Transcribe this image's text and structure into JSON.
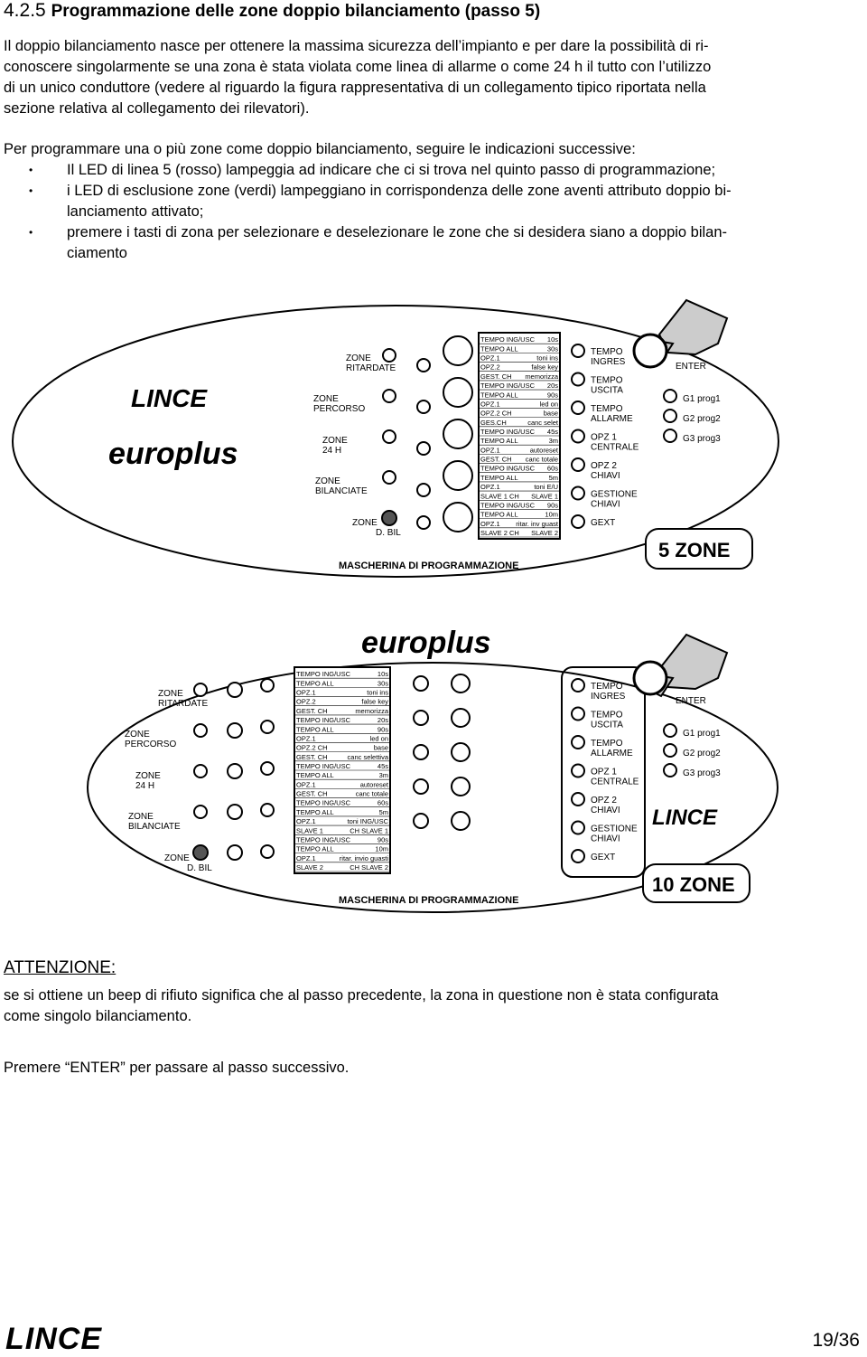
{
  "heading": {
    "number": "4.2.5",
    "title": "Programmazione delle zone doppio bilanciamento (passo 5)"
  },
  "intro_lines": [
    "Il doppio bilanciamento nasce per ottenere la massima sicurezza dell’impianto e per dare la possibilità di ri-",
    "conoscere singolarmente se una zona è stata violata come linea di allarme o come 24 h il tutto con l’utilizzo",
    "di un unico conduttore (vedere al riguardo la figura rappresentativa di un collegamento tipico riportata nella",
    "sezione relativa al collegamento dei rilevatori)."
  ],
  "instructions_intro": "Per programmare una o più zone come doppio bilanciamento, seguire le indicazioni successive:",
  "bullets": [
    [
      "Il LED di linea 5 (rosso) lampeggia ad indicare che ci si trova nel quinto passo di programmazione;"
    ],
    [
      "i LED di esclusione zone (verdi) lampeggiano in corrispondenza delle zone aventi attributo doppio bi-",
      "lanciamento attivato;"
    ],
    [
      "premere i tasti di zona per selezionare e deselezionare le zone che si desidera siano a doppio bilan-",
      "ciamento"
    ]
  ],
  "panel_common": {
    "zone_labels": [
      [
        "ZONE",
        "RITARDATE"
      ],
      [
        "ZONE",
        "PERCORSO"
      ],
      [
        "ZONE",
        "24 H"
      ],
      [
        "ZONE",
        "BILANCIATE"
      ],
      [
        "ZONE",
        "D. BIL"
      ]
    ],
    "right_labels": [
      [
        "TEMPO",
        "INGRES"
      ],
      [
        "TEMPO",
        "USCITA"
      ],
      [
        "TEMPO",
        "ALLARME"
      ],
      [
        "OPZ 1",
        "CENTRALE"
      ],
      [
        "OPZ 2",
        "CHIAVI"
      ],
      [
        "GESTIONE",
        "CHIAVI"
      ],
      [
        "GEXT",
        ""
      ]
    ],
    "enter": "ENTER",
    "prog": [
      "G1 prog1",
      "G2 prog2",
      "G3 prog3"
    ],
    "caption": "MASCHERINA DI PROGRAMMAZIONE",
    "brand": "LINCE",
    "product": "europlus"
  },
  "panel1": {
    "badge": "5 ZONE",
    "table": [
      [
        "TEMPO ING/USC",
        "10s"
      ],
      [
        "TEMPO ALL",
        "30s"
      ],
      [
        "OPZ.1",
        "toni ins"
      ],
      [
        "OPZ.2",
        "false key"
      ],
      [
        "GEST. CH",
        "memorizza"
      ],
      [
        "TEMPO ING/USC",
        "20s"
      ],
      [
        "TEMPO ALL",
        "90s"
      ],
      [
        "OPZ.1",
        "led on"
      ],
      [
        "OPZ.2 CH",
        "base"
      ],
      [
        "GES.CH",
        "canc selet"
      ],
      [
        "TEMPO ING/USC",
        "45s"
      ],
      [
        "TEMPO ALL",
        "3m"
      ],
      [
        "OPZ.1",
        "autoreset"
      ],
      [
        "GEST. CH",
        "canc totale"
      ],
      [
        "TEMPO ING/USC",
        "60s"
      ],
      [
        "TEMPO ALL",
        "5m"
      ],
      [
        "OPZ.1",
        "toni E/U"
      ],
      [
        "SLAVE 1 CH",
        "SLAVE 1"
      ],
      [
        "TEMPO ING/USC",
        "90s"
      ],
      [
        "TEMPO ALL",
        "10m"
      ],
      [
        "OPZ.1",
        "ritar. inv guast"
      ],
      [
        "SLAVE 2 CH",
        "SLAVE 2"
      ]
    ]
  },
  "panel2": {
    "badge": "10 ZONE",
    "table": [
      [
        "TEMPO ING/USC",
        "10s"
      ],
      [
        "TEMPO ALL",
        "30s"
      ],
      [
        "OPZ.1",
        "toni ins"
      ],
      [
        "OPZ.2",
        "false key"
      ],
      [
        "GEST. CH",
        "memorizza"
      ],
      [
        "TEMPO ING/USC",
        "20s"
      ],
      [
        "TEMPO ALL",
        "90s"
      ],
      [
        "OPZ.1",
        "led on"
      ],
      [
        "OPZ.2 CH",
        "base"
      ],
      [
        "GEST. CH",
        "canc selettiva"
      ],
      [
        "TEMPO ING/USC",
        "45s"
      ],
      [
        "TEMPO ALL",
        "3m"
      ],
      [
        "OPZ.1",
        "autoreset"
      ],
      [
        "GEST. CH",
        "canc totale"
      ],
      [
        "TEMPO ING/USC",
        "60s"
      ],
      [
        "TEMPO ALL",
        "5m"
      ],
      [
        "OPZ.1",
        "toni ING/USC"
      ],
      [
        "SLAVE 1",
        "CH SLAVE 1"
      ],
      [
        "TEMPO ING/USC",
        "90s"
      ],
      [
        "TEMPO ALL",
        "10m"
      ],
      [
        "OPZ.1",
        "ritar. invio guasti"
      ],
      [
        "SLAVE 2",
        "CH SLAVE 2"
      ]
    ]
  },
  "attention_title": "ATTENZIONE:",
  "attention_lines": [
    "se si ottiene un beep di rifiuto significa che al passo precedente, la zona in questione non è stata configurata",
    "come singolo bilanciamento."
  ],
  "enter_text": "Premere “ENTER” per passare al passo successivo.",
  "footer": {
    "brand": "LINCE",
    "page": "19/36"
  },
  "colors": {
    "ink": "#000000",
    "led_red": "#555555",
    "paper": "#ffffff"
  }
}
